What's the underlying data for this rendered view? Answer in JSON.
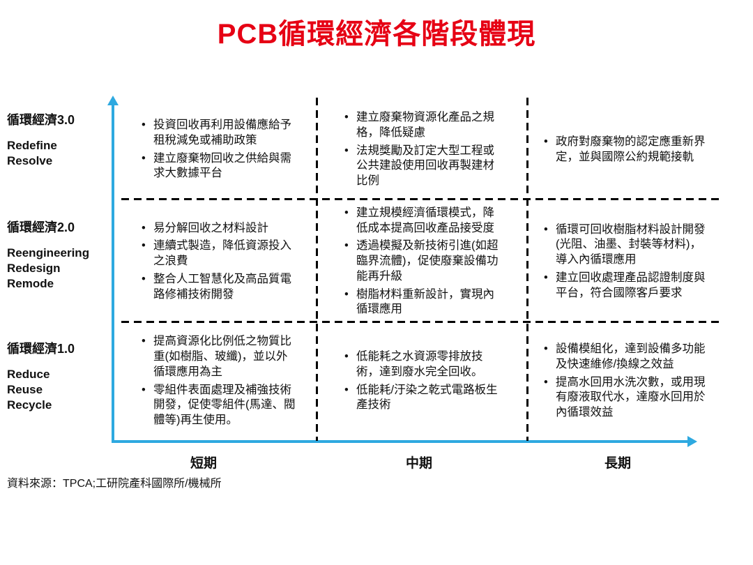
{
  "title": "PCB循環經濟各階段體現",
  "source": "資料來源：TPCA;工研院產科國際所/機械所",
  "colors": {
    "title": "#e60014",
    "axis": "#2ea9e0"
  },
  "axis": {
    "columns": [
      "短期",
      "中期",
      "長期"
    ]
  },
  "rows": [
    {
      "zh": "循環經濟3.0",
      "en": [
        "Redefine",
        "Resolve"
      ],
      "cells": [
        [
          "投資回收再利用設備應給予租稅減免或補助政策",
          "建立廢棄物回收之供給與需求大數據平台"
        ],
        [
          "建立廢棄物資源化產品之規格，降低疑慮",
          "法規獎勵及訂定大型工程或公共建設使用回收再製建材比例"
        ],
        [
          "政府對廢棄物的認定應重新界定，並與國際公約規範接軌"
        ]
      ]
    },
    {
      "zh": "循環經濟2.0",
      "en": [
        "Reengineering",
        "Redesign",
        "Remode"
      ],
      "cells": [
        [
          "易分解回收之材料設計",
          "連續式製造，降低資源投入之浪費",
          "整合人工智慧化及高品質電路修補技術開發"
        ],
        [
          "建立規模經濟循環模式，降低成本提高回收產品接受度",
          "透過模擬及新技術引進(如超臨界流體)，促使廢棄設備功能再升級",
          "樹脂材料重新設計，實現內循環應用"
        ],
        [
          "循環可回收樹脂材料設計開發(光阻、油墨、封裝等材料)，導入內循環應用",
          "建立回收處理產品認證制度與平台，符合國際客戶要求"
        ]
      ]
    },
    {
      "zh": "循環經濟1.0",
      "en": [
        "Reduce",
        "Reuse",
        "Recycle"
      ],
      "cells": [
        [
          "提高資源化比例低之物質比重(如樹脂、玻纖)，並以外循環應用為主",
          "零組件表面處理及補強技術開發，促使零組件(馬達、閥體等)再生使用。"
        ],
        [
          "低能耗之水資源零排放技術，達到廢水完全回收。",
          "低能耗/汙染之乾式電路板生產技術"
        ],
        [
          "設備模組化，達到設備多功能及快速維修/換線之效益",
          "提高水回用水洗次數，或用現有廢液取代水，達廢水回用於內循環效益"
        ]
      ]
    }
  ]
}
